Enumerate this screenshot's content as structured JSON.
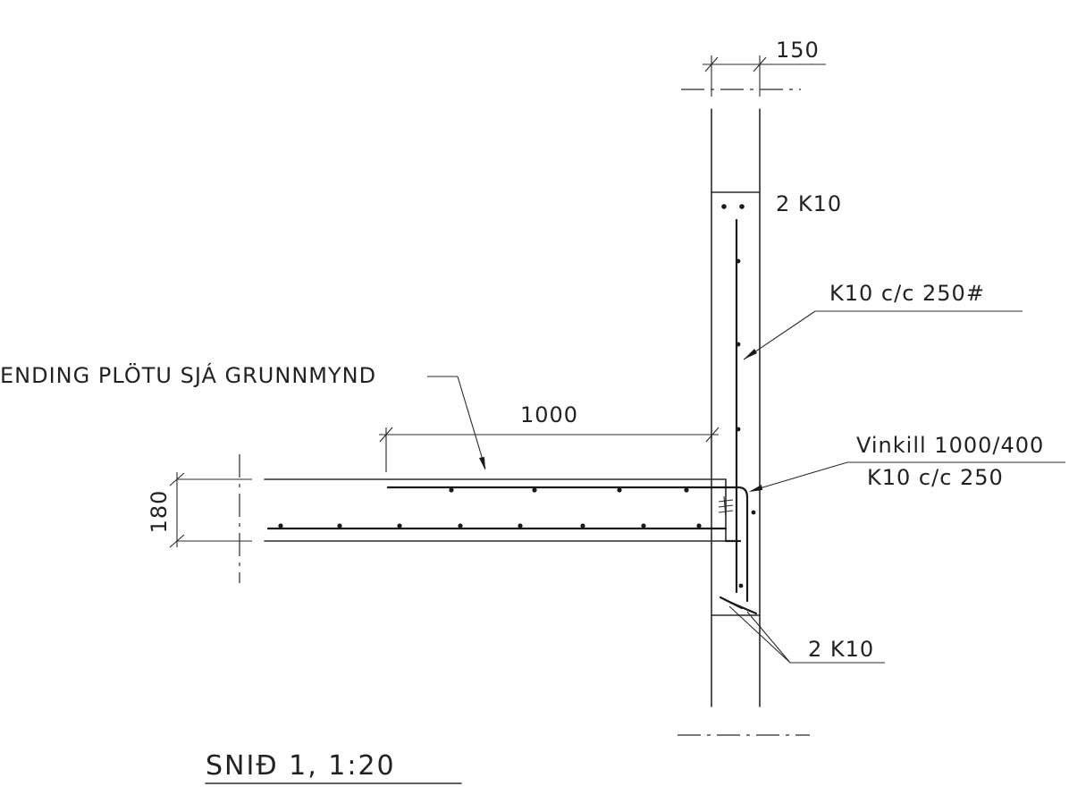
{
  "labels": {
    "wall_thickness": "150",
    "top_bars": "2 K10",
    "wall_rebar": "K10 c/c 250#",
    "slab_extension": "ENDING PLÖTU SJÁ GRUNNMYND",
    "dimension_1000": "1000",
    "angle_bar_line1": "Vinkill 1000/400",
    "angle_bar_line2": "K10 c/c 250",
    "slab_thickness": "180",
    "bottom_bars": "2 K10"
  },
  "title": "SNIÐ 1, 1:20"
}
